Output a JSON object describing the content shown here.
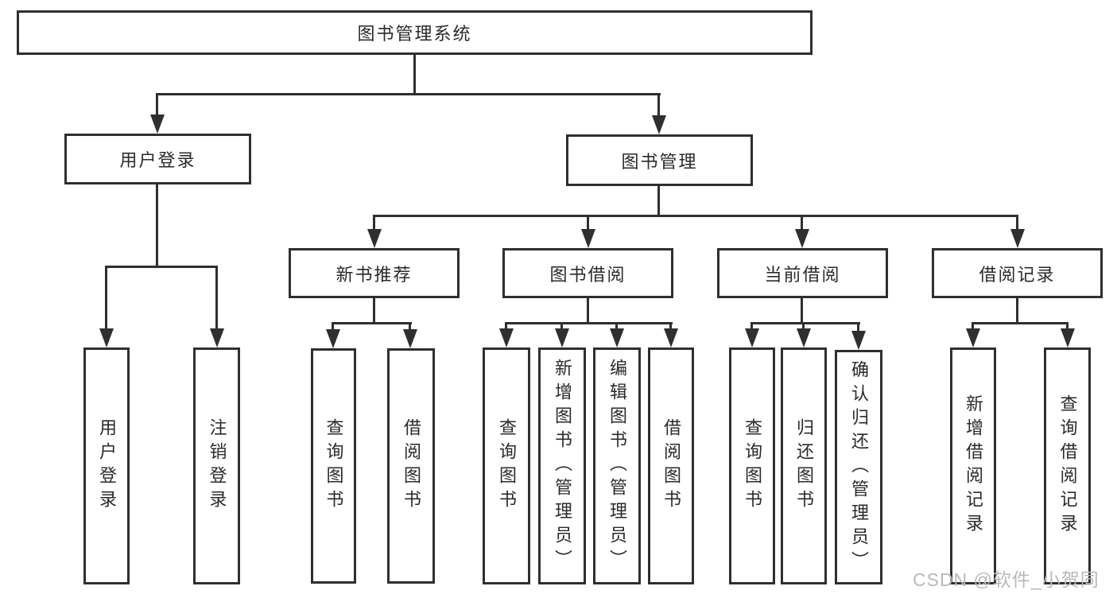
{
  "diagram": {
    "root": {
      "label": "图书管理系统"
    },
    "branches": [
      {
        "label": "用户登录",
        "leaves": [
          {
            "label": "用户登录"
          },
          {
            "label": "注销登录"
          }
        ]
      },
      {
        "label": "图书管理",
        "sections": [
          {
            "label": "新书推荐",
            "leaves": [
              {
                "label": "查询图书"
              },
              {
                "label": "借阅图书"
              }
            ]
          },
          {
            "label": "图书借阅",
            "leaves": [
              {
                "label": "查询图书"
              },
              {
                "label": "新增图书（管理员）"
              },
              {
                "label": "编辑图书（管理员）"
              },
              {
                "label": "借阅图书"
              }
            ]
          },
          {
            "label": "当前借阅",
            "leaves": [
              {
                "label": "查询图书"
              },
              {
                "label": "归还图书"
              },
              {
                "label": "确认归还（管理员）"
              }
            ]
          },
          {
            "label": "借阅记录",
            "leaves": [
              {
                "label": "新增借阅记录"
              },
              {
                "label": "查询借阅记录"
              }
            ]
          }
        ]
      }
    ]
  },
  "watermark": {
    "text": "CSDN @软件_小贺同学"
  },
  "colors": {
    "line": "#2f2f2f",
    "text": "#2a2a2a",
    "watermark": "#b9b9b9",
    "background": "#ffffff"
  }
}
